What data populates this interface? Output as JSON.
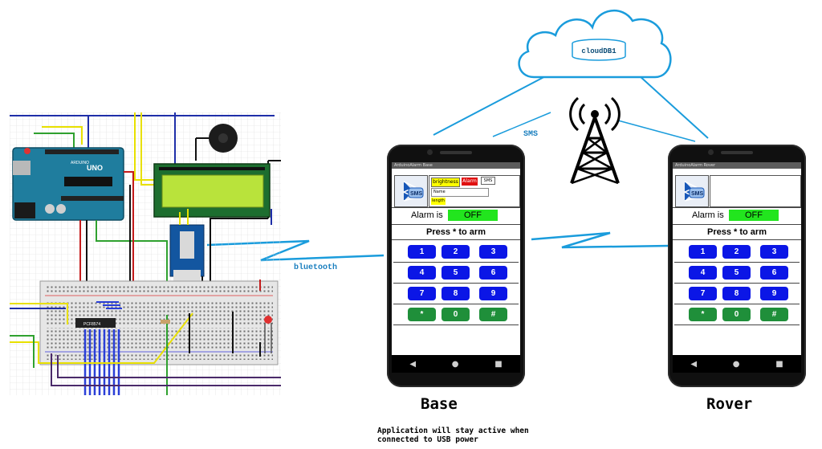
{
  "cloud": {
    "db_label": "cloudDB1"
  },
  "links": {
    "sms_label": "SMS",
    "bluetooth_label": "bluetooth"
  },
  "colors": {
    "link_blue": "#1a9cdc",
    "cloud_blue": "#1a9cdc",
    "key_blue": "#0b16e6",
    "key_green": "#1f8f3a",
    "status_green": "#22e51e"
  },
  "circuit": {
    "board_label": "UNO",
    "board_brand": "ARDUINO",
    "ic_label": "PCF8574"
  },
  "base_phone": {
    "label": "Base",
    "app_title": "ArduinoAlarm Base",
    "panel": {
      "brightness": "brightness",
      "alarm_button": "Alarm",
      "sms_flag": "SMS",
      "text_field": "Name",
      "length": "length"
    },
    "alarm_label": "Alarm is",
    "alarm_status": "OFF",
    "press_text": "Press * to arm",
    "keys": [
      "1",
      "2",
      "3",
      "4",
      "5",
      "6",
      "7",
      "8",
      "9",
      "*",
      "0",
      "#"
    ]
  },
  "rover_phone": {
    "label": "Rover",
    "app_title": "ArduinoAlarm Rover",
    "alarm_label": "Alarm is",
    "alarm_status": "OFF",
    "press_text": "Press * to arm",
    "keys": [
      "1",
      "2",
      "3",
      "4",
      "5",
      "6",
      "7",
      "8",
      "9",
      "*",
      "0",
      "#"
    ]
  },
  "note": {
    "line1": "Application will stay active when",
    "line2": "connected to USB power"
  }
}
